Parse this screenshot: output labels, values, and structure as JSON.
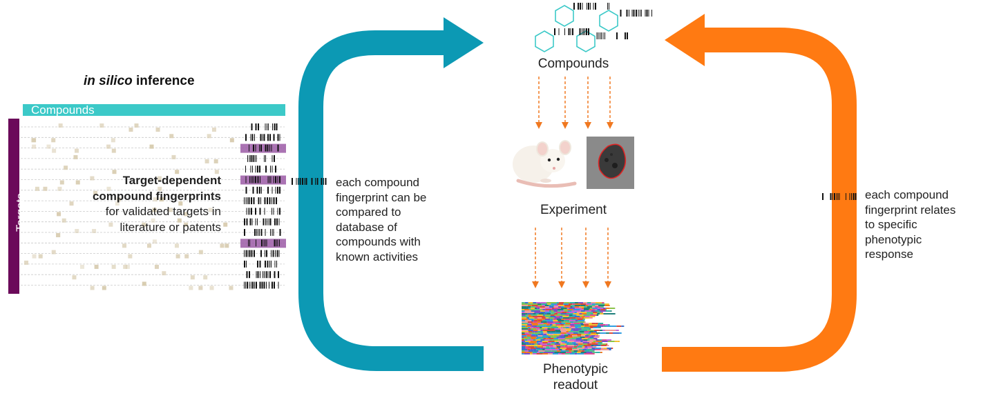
{
  "insilico": {
    "title_italic": "in silico",
    "title_rest": " inference",
    "compounds_bar_label": "Compounds",
    "targets_label": "Targets",
    "target_dependent_line1": "Target-dependent",
    "target_dependent_line2": "compound fingerprints",
    "validated_line1": "for validated targets in",
    "validated_line2": "literature or patents"
  },
  "left_note": {
    "lines": [
      "each compound",
      "fingerprint can be",
      "compared to",
      "database of",
      "compounds with",
      "known activities"
    ]
  },
  "right_note": {
    "lines": [
      "each compound",
      "fingerprint relates",
      "to specific",
      "phenotypic",
      "response"
    ]
  },
  "center": {
    "compounds_label": "Compounds",
    "experiment_label": "Experiment",
    "readout_line1": "Phenotypic",
    "readout_line2": "readout"
  },
  "colors": {
    "teal_arrow": "#0c99b4",
    "orange_arrow": "#ff7a12",
    "compound_bar": "#3cc9c8",
    "targets_bar": "#6b0a5a",
    "highlight": "#9b5aa6",
    "matrix_square": "#d8ccb0",
    "hexagon": "#3cc9c8"
  }
}
